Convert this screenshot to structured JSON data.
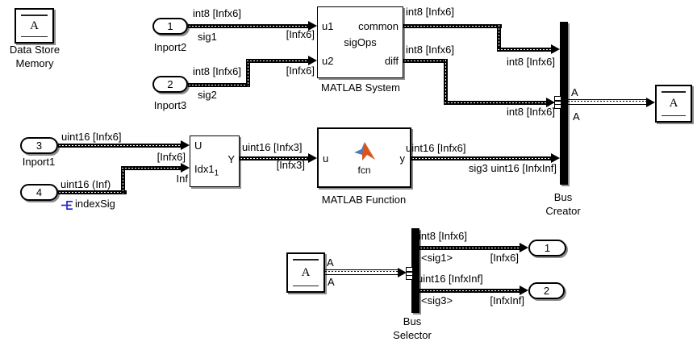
{
  "blocks": {
    "data_store_memory": {
      "icon": "A",
      "name1": "Data Store",
      "name2": "Memory"
    },
    "inport2": {
      "num": "1",
      "name": "Inport2"
    },
    "inport3": {
      "num": "2",
      "name": "Inport3"
    },
    "inport1": {
      "num": "3",
      "name": "Inport1"
    },
    "inport4": {
      "num": "4"
    },
    "matlab_system": {
      "port_u1": "u1",
      "port_u2": "u2",
      "port_common": "common",
      "port_diff": "diff",
      "center": "sigOps",
      "name": "MATLAB System"
    },
    "selector": {
      "port_u": "U",
      "port_idx": "Idx1",
      "port_idx_sub": "1",
      "port_y": "Y"
    },
    "matlab_function": {
      "port_u": "u",
      "port_y": "y",
      "icon_caption": "fcn",
      "name": "MATLAB Function"
    },
    "bus_creator": {
      "name1": "Bus",
      "name2": "Creator"
    },
    "data_store_write": {
      "icon": "A"
    },
    "data_store_read": {
      "icon": "A"
    },
    "bus_selector": {
      "name1": "Bus",
      "name2": "Selector"
    },
    "outport1": {
      "num": "1"
    },
    "outport2": {
      "num": "2"
    }
  },
  "signals": {
    "sig1_dtype": "int8 [Infx6]",
    "sig1_name": "sig1",
    "sig1_dims": "[Infx6]",
    "sig2_dtype": "int8 [Infx6]",
    "sig2_name": "sig2",
    "sig2_dims": "[Infx6]",
    "common_dtype_out": "int8 [Infx6]",
    "common_dtype_in": "int8 [Infx6]",
    "diff_dtype_out": "int8 [Infx6]",
    "diff_dtype_in": "int8 [Infx6]",
    "bus_out_label_top": "A",
    "bus_out_label_bottom": "A",
    "inport1_dtype": "uint16 [Infx6]",
    "inport1_dims": "[Infx6]",
    "inport4_dtype": "uint16 (Inf)",
    "inport4_name": "indexSig",
    "idx_dims": "Inf",
    "selector_out_dtype": "uint16 [Infx3]",
    "selector_out_dims": "[Infx3]",
    "fcn_out_dtype": "uint16 [Infx6]",
    "fcn_out_name_dtype": "sig3 uint16 [InfxInf]",
    "read_out_label_top": "A",
    "read_out_label_bottom": "A",
    "bsel1_dtype": "int8 [Infx6]",
    "bsel1_name": "<sig1>",
    "bsel1_dims": "[Infx6]",
    "bsel2_dtype": "uint16 [InfxInf]",
    "bsel2_name": "<sig3>",
    "bsel2_dims": "[InfxInf]"
  },
  "colors": {
    "line": "#000000",
    "background": "#ffffff",
    "index_icon_blue": "#2323cc",
    "matlab_logo_orange": "#d9541f",
    "matlab_logo_orange_light": "#e8772e",
    "matlab_logo_blue": "#4f7cba"
  }
}
